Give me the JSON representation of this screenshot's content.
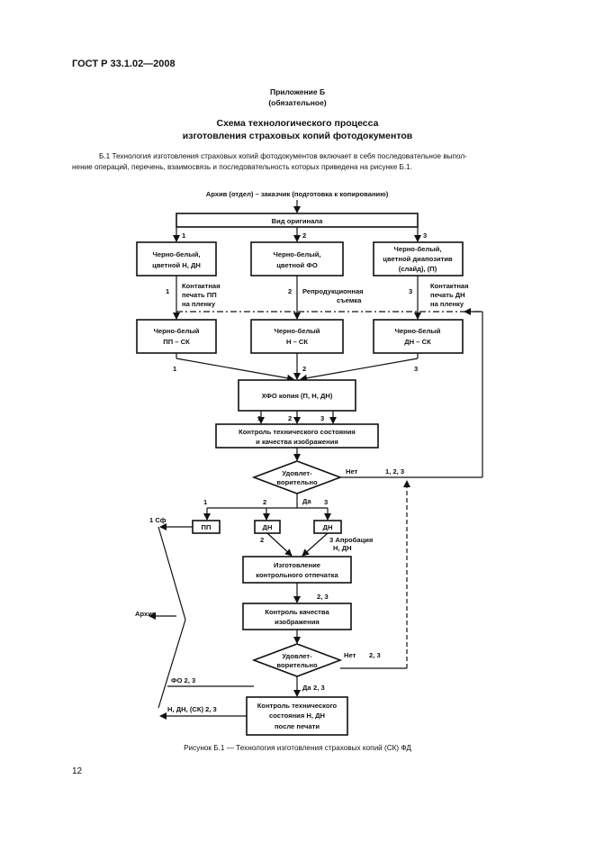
{
  "header": "ГОСТ Р 33.1.02—2008",
  "annex": {
    "title": "Приложение Б",
    "kind": "(обязательное)"
  },
  "section_title": [
    "Схема технологического процесса",
    "изготовления страховых копий фотодокументов"
  ],
  "paragraph": [
    "Б.1  Технология изготовления страховых копий фотодокументов включает в себя последовательное выпол-",
    "нение операций, перечень, взаимосвязь и последовательность которых приведена на рисунке Б.1."
  ],
  "diagram": {
    "top_label": "Архив (отдел) – заказчик (подготовка к копированию)",
    "type_box": "Вид оригинала",
    "branch_numbers": [
      "1",
      "2",
      "3"
    ],
    "orig_boxes": [
      [
        "Черно-белый,",
        "цветной Н, ДН"
      ],
      [
        "Черно-белый,",
        "цветной ФО"
      ],
      [
        "Черно-белый,",
        "цветной диапозитив",
        "(слайд), (П)"
      ]
    ],
    "method_labels": [
      [
        "Контактная",
        "печать ПП",
        "на пленку"
      ],
      [
        "Репродукционная",
        "съемка"
      ],
      [
        "Контактная",
        "печать ДН",
        "на пленку"
      ]
    ],
    "bw_boxes": [
      [
        "Черно-белый",
        "ПП – СК"
      ],
      [
        "Черно-белый",
        "Н – СК"
      ],
      [
        "Черно-белый",
        "ДН – СК"
      ]
    ],
    "xfo_box": "ХФО копия (П, Н, ДН)",
    "control_box": [
      "Контроль технического состояния",
      "и качества изображения"
    ],
    "decision": [
      "Удовлет-",
      "ворительно"
    ],
    "no_label": "Нет",
    "yes_label": "Да",
    "loop_label": "1, 2, 3",
    "small_boxes": [
      "ПП",
      "ДН",
      "ДН"
    ],
    "sf_label": "1 Сф",
    "aprob_label": [
      "3 Апробация",
      "Н, ДН"
    ],
    "print_box": [
      "Изготовление",
      "контрольного отпечатка"
    ],
    "label_23": "2, 3",
    "quality_box": [
      "Контроль качества",
      "изображения"
    ],
    "archive_label": "Архив",
    "fo_label": "ФО 2, 3",
    "nd_label": "Н, ДН, (СК) 2, 3",
    "final_box": [
      "Контроль технического",
      "состояния Н, ДН",
      "после печати"
    ]
  },
  "caption": "Рисунок Б.1 — Технология изготовления страховых копий (СК) ФД",
  "page_number": "12"
}
